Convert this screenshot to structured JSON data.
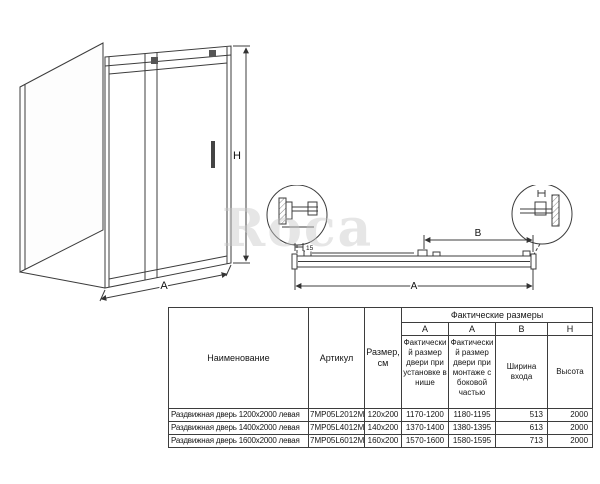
{
  "watermark": "Roca",
  "drawings": {
    "iso": {
      "dim_h": "H",
      "dim_a": "A"
    },
    "plan": {
      "dim_a": "A",
      "dim_b": "B",
      "dim_15": "15"
    }
  },
  "table": {
    "headers": {
      "name": "Наименование",
      "article": "Артикул",
      "size": "Размер, см",
      "actual": "Фактические размеры",
      "col_a1": "A",
      "col_a2": "A",
      "col_b": "B",
      "col_h": "H",
      "desc_a1": "Фактический размер двери при установке в нише",
      "desc_a2": "Фактический размер двери при монтаже с боковой частью",
      "desc_b": "Ширина входа",
      "desc_h": "Высота"
    },
    "rows": [
      {
        "name": "Раздвижная дверь 1200x2000 левая",
        "article": "7MP05L2012M",
        "size": "120x200",
        "a_niche": "1170-1200",
        "a_side": "1180-1195",
        "b": "513",
        "h": "2000"
      },
      {
        "name": "Раздвижная дверь 1400x2000 левая",
        "article": "7MP05L4012M",
        "size": "140x200",
        "a_niche": "1370-1400",
        "a_side": "1380-1395",
        "b": "613",
        "h": "2000"
      },
      {
        "name": "Раздвижная дверь 1600x2000 левая",
        "article": "7MP05L6012M",
        "size": "160x200",
        "a_niche": "1570-1600",
        "a_side": "1580-1595",
        "b": "713",
        "h": "2000"
      }
    ]
  }
}
